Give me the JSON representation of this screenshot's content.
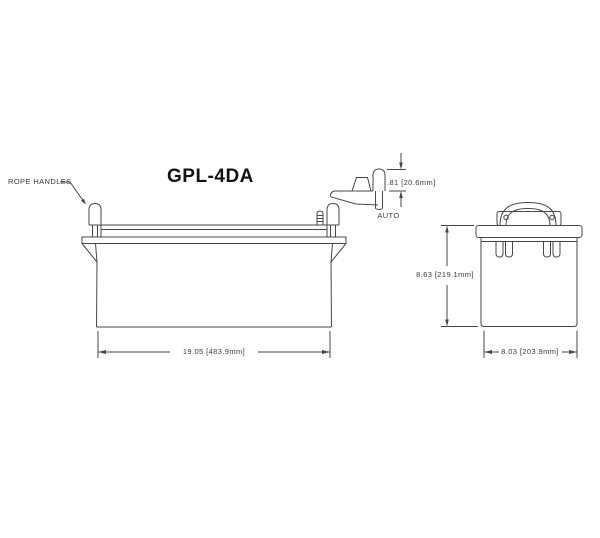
{
  "drawing": {
    "title": "GPL-4DA",
    "callouts": {
      "rope_handles": "ROPE HANDLES"
    },
    "front_view": {
      "length_dimension": "19.05 [483.9mm]"
    },
    "terminal_detail": {
      "height_dimension": ".81 [20.6mm]",
      "terminal_type": "AUTO"
    },
    "side_view": {
      "height_dimension": "8.63 [219.1mm]",
      "width_dimension": "8.03 [203.9mm]"
    }
  },
  "colors": {
    "line": "#474747",
    "text": "#3a3a3a",
    "background": "#ffffff"
  }
}
